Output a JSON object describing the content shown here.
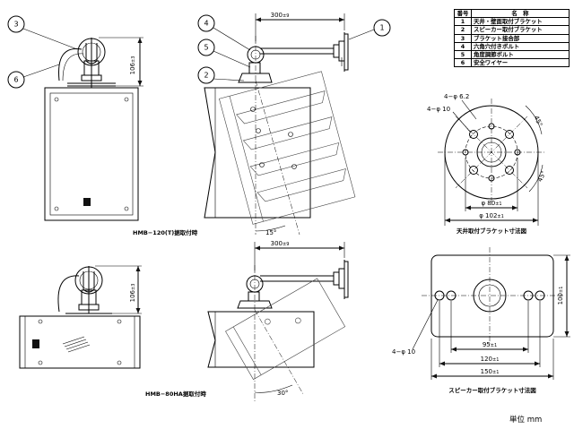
{
  "parts_table": {
    "header_no": "番号",
    "header_name": "名　称",
    "rows": [
      {
        "no": "1",
        "name": "天井・壁面取付ブラケット"
      },
      {
        "no": "2",
        "name": "スピーカー取付ブラケット"
      },
      {
        "no": "3",
        "name": "ブラケット接合部"
      },
      {
        "no": "4",
        "name": "六角穴付きボルト"
      },
      {
        "no": "5",
        "name": "角度調節ボルト"
      },
      {
        "no": "6",
        "name": "安全ワイヤー"
      }
    ]
  },
  "callouts": {
    "c1": "1",
    "c2": "2",
    "c3": "3",
    "c4": "4",
    "c5": "5",
    "c6": "6"
  },
  "dimensions": {
    "arm_top": "300",
    "arm_bottom": "300",
    "tol_9": "±9",
    "tol_3": "±3",
    "tol_1": "±1",
    "height_top": "106",
    "height_bottom": "106",
    "angle_15": "15°",
    "angle_30": "30°",
    "angle_45a": "45°",
    "angle_45b": "45°",
    "hole_4_62": "4−φ 6.2",
    "hole_4_10a": "4−φ 10",
    "phi_80": "φ 80",
    "phi_102": "φ 102",
    "hole_4_10b": "4−φ 10",
    "w95": "95",
    "w120": "120",
    "w150": "150",
    "h100": "100"
  },
  "captions": {
    "hmb120": "HMB−120(T)据取付時",
    "hmb80ha": "HMB−80HA据取付時",
    "ceiling_bracket": "天井取付ブラケット寸法図",
    "speaker_bracket": "スピーカー取付ブラケット寸法図"
  },
  "unit": "単位 mm"
}
